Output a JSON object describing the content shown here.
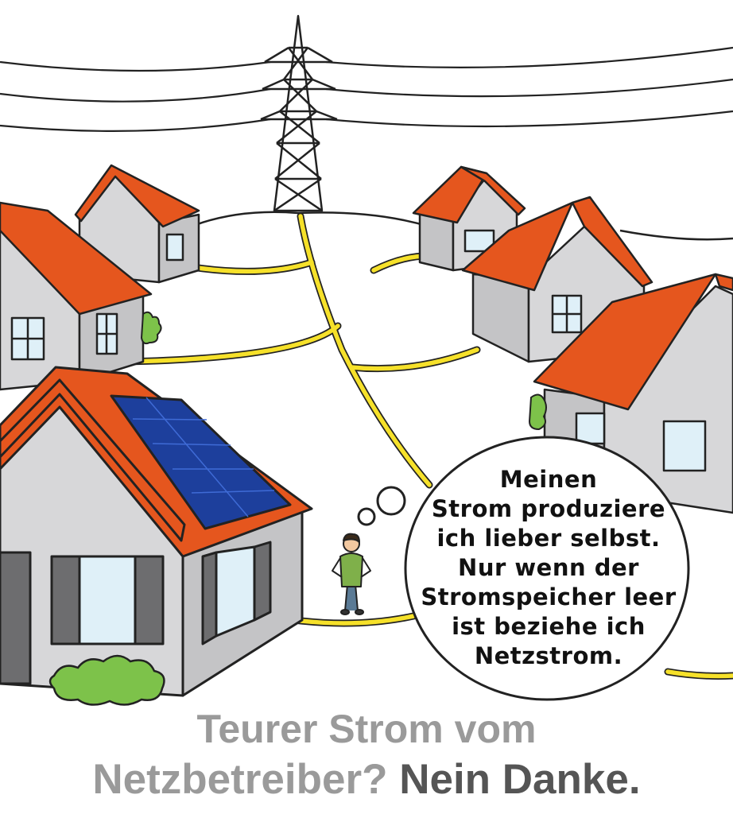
{
  "thought_bubble": {
    "lines": [
      "Meinen",
      "Strom produziere",
      "ich lieber selbst.",
      "Nur wenn der",
      "Stromspeicher leer",
      "ist beziehe ich",
      "Netzstrom."
    ]
  },
  "caption": {
    "line1": "Teurer Strom vom",
    "line2_prefix": "Netzbetreiber?",
    "line2_emphasis": "Nein Danke."
  },
  "colors": {
    "roof": "#e5561e",
    "wall": "#d7d7d9",
    "cable": "#f6e12a",
    "solar_panel": "#1d3f9c",
    "bush": "#7dc24a",
    "caption_light": "#9a9a9a",
    "caption_dark": "#555555"
  }
}
